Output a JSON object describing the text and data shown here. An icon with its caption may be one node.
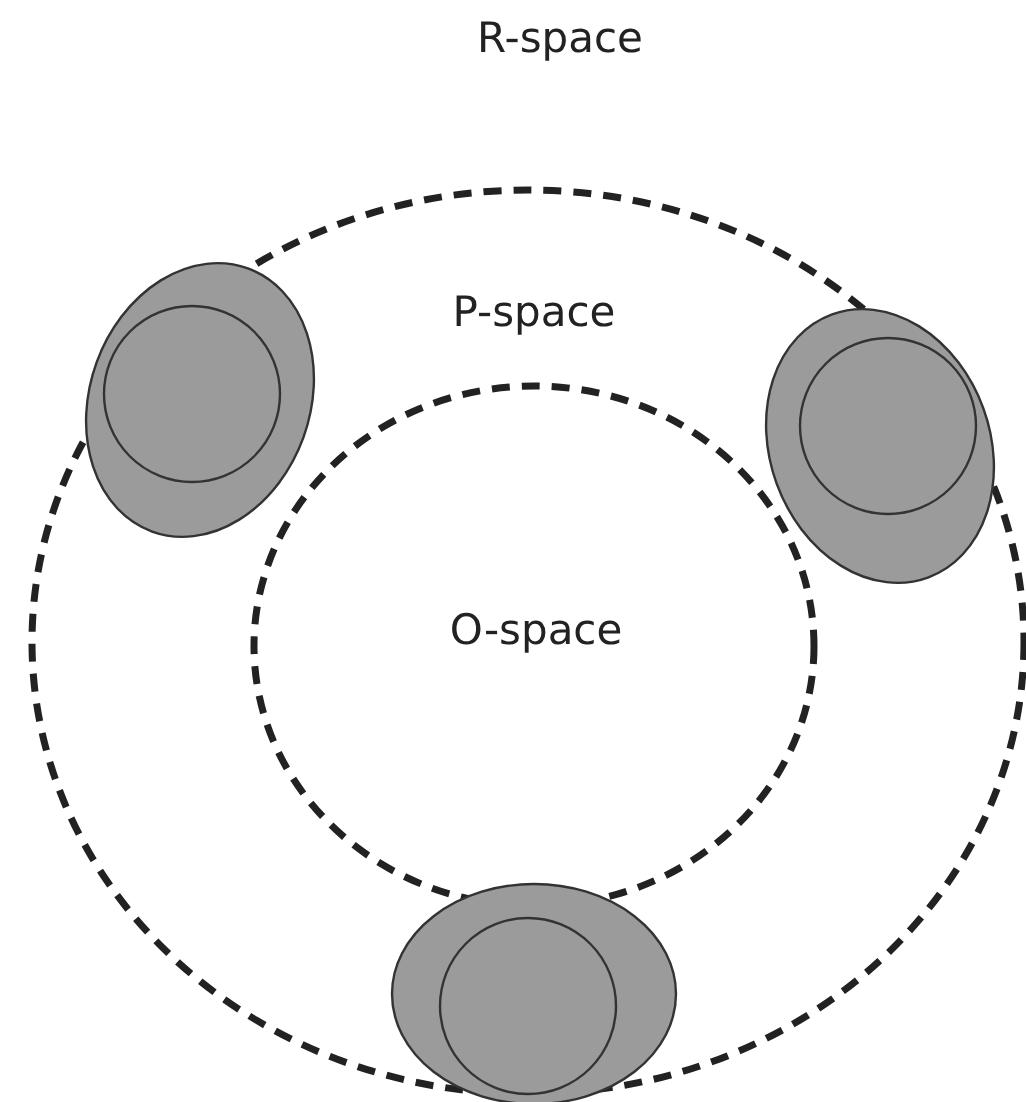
{
  "diagram": {
    "nodes": [
      {
        "text": [
          "R-space"
        ]
      },
      {
        "text": [
          "P-space",
          "O-space"
        ],
        "in": 0
      },
      {
        "text": [],
        "shape": "circle",
        "in": 0
      },
      {
        "text": [],
        "shape": "circle",
        "in": 0
      },
      {
        "text": [],
        "shape": "circle",
        "in": 0
      }
    ]
  }
}
